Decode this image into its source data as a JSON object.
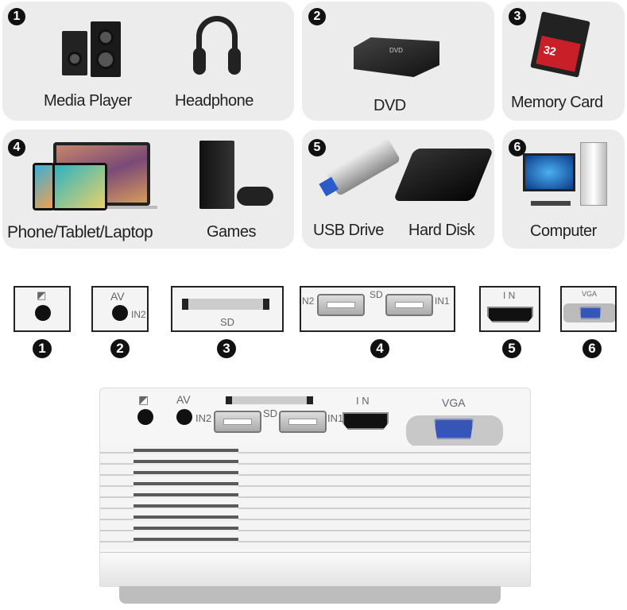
{
  "sources": [
    {
      "number": "1",
      "labels": [
        "Media Player",
        "Headphone"
      ]
    },
    {
      "number": "2",
      "labels": [
        "DVD"
      ]
    },
    {
      "number": "3",
      "labels": [
        "Memory Card"
      ]
    },
    {
      "number": "4",
      "labels": [
        "Phone/Tablet/Laptop",
        "Games"
      ]
    },
    {
      "number": "5",
      "labels": [
        "USB Drive",
        "Hard Disk"
      ]
    },
    {
      "number": "6",
      "labels": [
        "Computer"
      ]
    }
  ],
  "ports": [
    {
      "number": "1",
      "label": ""
    },
    {
      "number": "2",
      "label": "AV",
      "sub": "IN2"
    },
    {
      "number": "3",
      "label": "SD"
    },
    {
      "number": "4",
      "label": "SD",
      "left": "N2",
      "right": "IN1"
    },
    {
      "number": "5",
      "label": "I N"
    },
    {
      "number": "6",
      "label": "VGA"
    }
  ],
  "projector": {
    "av": "AV",
    "in2": "IN2",
    "sd": "SD",
    "in1": "IN1",
    "hdmi": "I N",
    "vga": "VGA"
  },
  "devices": {
    "dvd_text": "DVD",
    "sd_card_text": "32"
  }
}
